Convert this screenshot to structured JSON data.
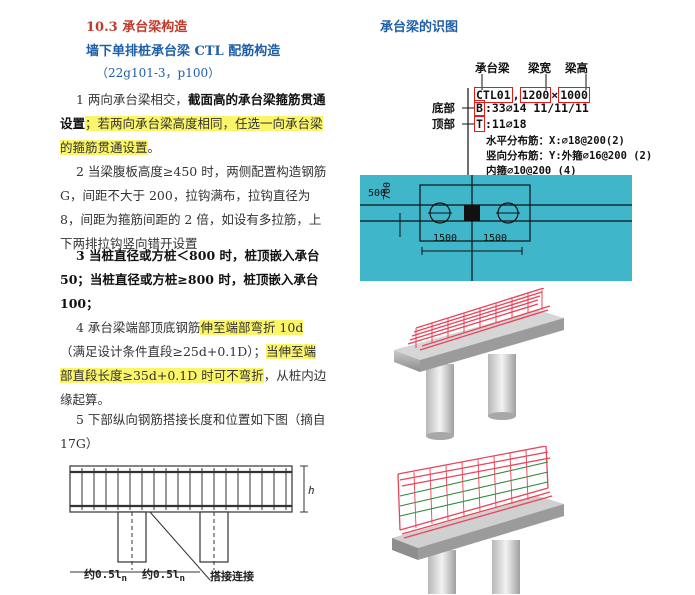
{
  "left": {
    "section_title": "10.3 承台梁构造",
    "sub_title": "墙下单排桩承台梁 CTL 配筋构造",
    "reference": "（22g101-3，p100）",
    "p1_a": "1 两向承台梁相交，",
    "p1_b": "截面高的承台梁箍筋贯通设置",
    "p1_c": "；若两向承台梁高度相同，任选一向承台梁的箍筋贯通设置",
    "p1_d": "。",
    "p2": "2 当梁腹板高度≥450 时，两侧配置构造钢筋 G，间距不大于 200，拉钩满布，拉钩直径为 8，间距为箍筋间距的 2 倍，如设有多拉筋，上下两排拉钩竖向错开设置",
    "p3": "3 当桩直径或方桩＜800 时，桩顶嵌入承台 50；当桩直径或方桩≥800 时，桩顶嵌入承台 100；",
    "p4_a": "4 承台梁端部顶底钢筋",
    "p4_b": "伸至端部弯折 10d",
    "p4_c": "（满足设计条件直段≥25d+0.1D）；",
    "p4_d": "当伸至端部直段长度≥35d+0.1D 时可不弯折",
    "p4_e": "，从桩内边缘起算。",
    "p5": "5 下部纵向钢筋搭接长度和位置如下图（摘自 17G）",
    "lap_left": "约0.5l",
    "lap_left_sub": "n",
    "lap_mid": "约0.5l",
    "lap_mid_sub": "n",
    "lap_label": "搭接连接",
    "height_label": "h"
  },
  "right": {
    "title": "承台梁的识图",
    "hdr_beam": "承台梁",
    "hdr_width": "梁宽",
    "hdr_height": "梁高",
    "code_name": "CTL01",
    "code_width": "1200",
    "code_x": "×",
    "code_height": "1000",
    "bottom_label": "底部",
    "top_label": "顶部",
    "b_tag": "B",
    "b_text": "33⌀14 11/11/11",
    "t_tag": "T",
    "t_text": "11⌀18",
    "line1": "水平分布筋：X:⌀18@200(2)",
    "line2": "竖向分布筋：Y:外箍⌀16@200 (2)",
    "line3": "内箍⌀10@200 (4)",
    "dim_1500_left": "1500",
    "dim_1500_right": "1500",
    "dim_700": "700",
    "dim_500": "500"
  },
  "colors": {
    "red_title": "#c0392b",
    "blue_title": "#1f5fa8",
    "highlight": "#fbf56a",
    "plan_bg": "#3fb6c9",
    "rebar": "#e8455a"
  }
}
